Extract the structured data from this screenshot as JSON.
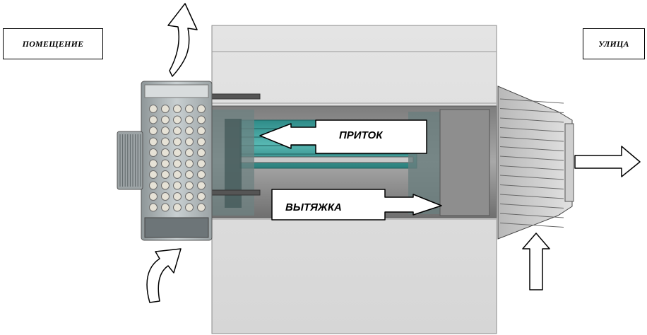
{
  "labels": {
    "room": "ПОМЕЩЕНИЕ",
    "street": "УЛИЦА",
    "supply": "ПРИТОК",
    "exhaust": "ВЫТЯЖКА"
  },
  "colors": {
    "wall": "#dcdcdc",
    "duct": "#9a9a9a",
    "heat_exchanger": "#3a9a96",
    "housing": "#b9c0c2",
    "arrow_fill": "#ffffff",
    "outline": "#000000"
  }
}
